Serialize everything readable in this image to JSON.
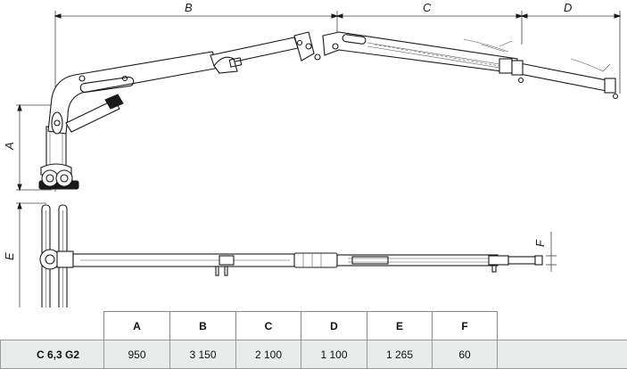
{
  "dimension_labels": {
    "A": "A",
    "B": "B",
    "C": "C",
    "D": "D",
    "E": "E",
    "F": "F"
  },
  "table": {
    "columns": [
      "A",
      "B",
      "C",
      "D",
      "E",
      "F"
    ],
    "rows": [
      {
        "model": "C 6,3 G2",
        "values": [
          "950",
          "3 150",
          "2 100",
          "1 100",
          "1 265",
          "60"
        ]
      }
    ]
  }
}
